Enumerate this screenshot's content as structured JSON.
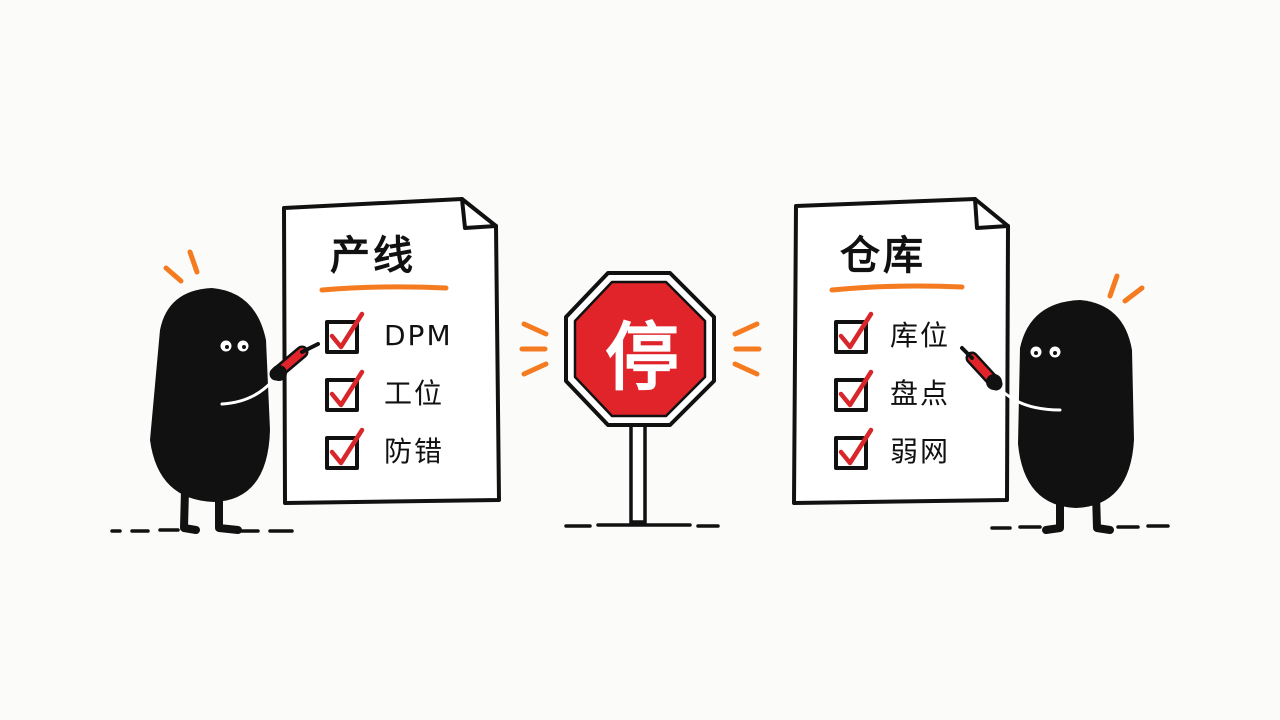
{
  "left_doc": {
    "title": "产线",
    "items": [
      "DPM",
      "工位",
      "防错"
    ]
  },
  "right_doc": {
    "title": "仓库",
    "items": [
      "库位",
      "盘点",
      "弱网"
    ]
  },
  "stop_sign": {
    "text": "停"
  },
  "colors": {
    "ink": "#111111",
    "stop_red": "#e0242a",
    "check_red": "#d9262b",
    "accent_orange": "#f47b20",
    "background": "#fbfbfa"
  }
}
